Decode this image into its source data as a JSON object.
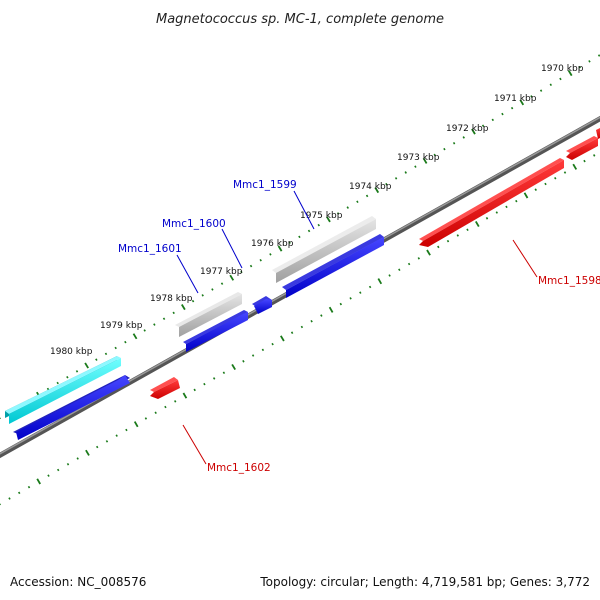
{
  "title": "Magnetococcus sp. MC-1, complete genome",
  "footer": {
    "accession": "Accession: NC_008576",
    "summary": "Topology: circular; Length: 4,719,581 bp; Genes: 3,772"
  },
  "scale": {
    "unit": "kbp",
    "ticks": [
      "1970 kbp",
      "1971 kbp",
      "1972 kbp",
      "1973 kbp",
      "1974 kbp",
      "1975 kbp",
      "1976 kbp",
      "1977 kbp",
      "1978 kbp",
      "1979 kbp",
      "1980 kbp"
    ]
  },
  "genes": [
    {
      "label": "Mmc1_1599",
      "strand": "forward",
      "color": "#0000cc"
    },
    {
      "label": "Mmc1_1600",
      "strand": "forward",
      "color": "#0000cc"
    },
    {
      "label": "Mmc1_1601",
      "strand": "forward",
      "color": "#0000cc"
    },
    {
      "label": "Mmc1_1598",
      "strand": "reverse",
      "color": "#cc0000"
    },
    {
      "label": "Mmc1_1602",
      "strand": "reverse",
      "color": "#cc0000"
    }
  ],
  "colors": {
    "forward_gene": "#0000ee",
    "reverse_gene": "#ee0000",
    "other_feature": "#b0b0b0",
    "special_feature": "#00e5ee",
    "backbone": "#777777",
    "tick": "#1a7a1a"
  }
}
